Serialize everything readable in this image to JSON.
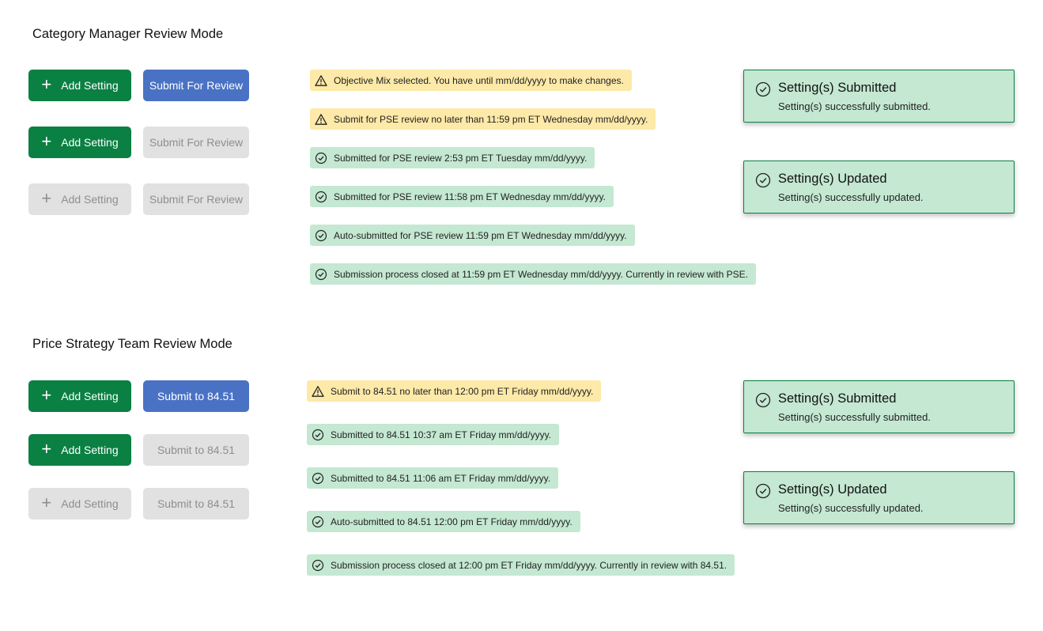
{
  "sections": [
    {
      "title": "Category Manager Review Mode",
      "buttons": [
        {
          "add": "Add Setting",
          "submit": "Submit For Review"
        },
        {
          "add": "Add Setting",
          "submit": "Submit For Review"
        },
        {
          "add": "Add Setting",
          "submit": "Submit For Review"
        }
      ],
      "banners": [
        {
          "type": "warning",
          "text": "Objective Mix selected.  You have until mm/dd/yyyy to make changes."
        },
        {
          "type": "warning",
          "text": "Submit for PSE review no later than 11:59 pm ET Wednesday mm/dd/yyyy."
        },
        {
          "type": "success",
          "text": "Submitted for PSE review 2:53 pm ET Tuesday mm/dd/yyyy."
        },
        {
          "type": "success",
          "text": "Submitted for PSE review 11:58 pm ET Wednesday mm/dd/yyyy."
        },
        {
          "type": "success",
          "text": "Auto-submitted for PSE review 11:59 pm ET Wednesday mm/dd/yyyy."
        },
        {
          "type": "success",
          "text": "Submission process closed at 11:59 pm ET Wednesday mm/dd/yyyy. Currently in review with PSE."
        }
      ],
      "toasts": [
        {
          "title": "Setting(s) Submitted",
          "message": "Setting(s) successfully submitted."
        },
        {
          "title": "Setting(s) Updated",
          "message": "Setting(s) successfully updated."
        }
      ]
    },
    {
      "title": "Price Strategy Team Review Mode",
      "buttons": [
        {
          "add": "Add Setting",
          "submit": "Submit to 84.51"
        },
        {
          "add": "Add Setting",
          "submit": "Submit to 84.51"
        },
        {
          "add": "Add Setting",
          "submit": "Submit to 84.51"
        }
      ],
      "banners": [
        {
          "type": "warning",
          "text": "Submit to 84.51 no later than 12:00 pm ET Friday mm/dd/yyyy."
        },
        {
          "type": "success",
          "text": "Submitted to 84.51 10:37 am ET Friday mm/dd/yyyy."
        },
        {
          "type": "success",
          "text": "Submitted to 84.51 11:06 am ET Friday mm/dd/yyyy."
        },
        {
          "type": "success",
          "text": "Auto-submitted to 84.51 12:00 pm ET Friday mm/dd/yyyy."
        },
        {
          "type": "success",
          "text": "Submission process closed at 12:00 pm ET Friday mm/dd/yyyy. Currently in review with 84.51."
        }
      ],
      "toasts": [
        {
          "title": "Setting(s) Submitted",
          "message": "Setting(s) successfully submitted."
        },
        {
          "title": "Setting(s) Updated",
          "message": "Setting(s) successfully updated."
        }
      ]
    }
  ],
  "icons": {
    "plus": "plus-icon",
    "warning": "warning-triangle-icon",
    "success": "check-circle-icon"
  },
  "colors": {
    "primary_green": "#0b8043",
    "primary_blue": "#4a72c4",
    "disabled": "#e1e1e1",
    "warning_bg": "#fde9a8",
    "success_bg": "#c4e8d2"
  }
}
